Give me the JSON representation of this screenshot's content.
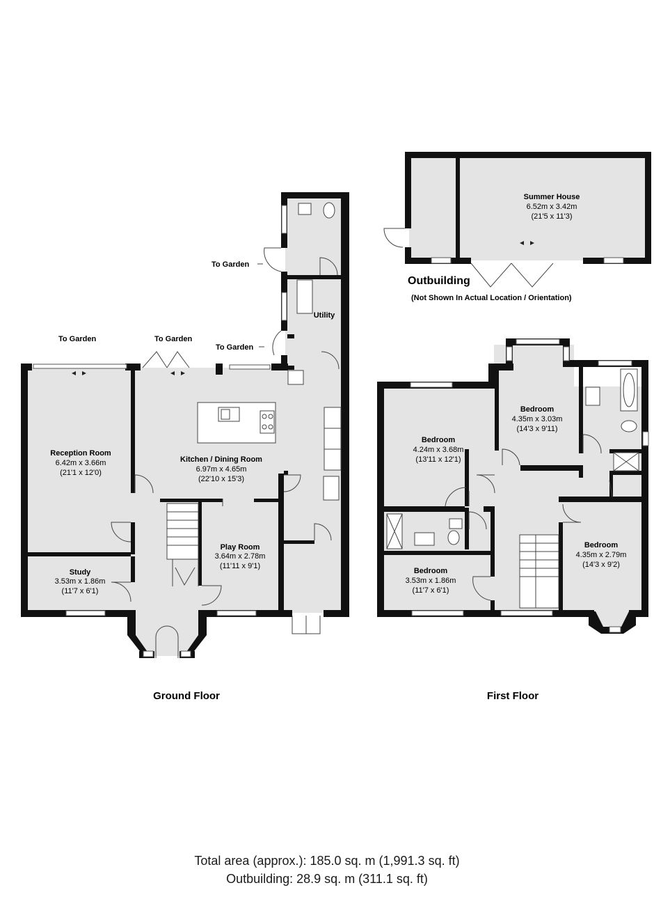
{
  "outbuilding": {
    "title": "Outbuilding",
    "note": "(Not Shown In Actual Location / Orientation)",
    "summer_house": {
      "name": "Summer House",
      "metric": "6.52m x 3.42m",
      "imperial": "(21'5 x 11'3)"
    }
  },
  "ground_floor": {
    "label": "Ground Floor",
    "to_garden": [
      "To Garden",
      "To Garden",
      "To Garden",
      "To Garden"
    ],
    "utility": "Utility",
    "reception": {
      "name": "Reception Room",
      "metric": "6.42m x 3.66m",
      "imperial": "(21'1 x 12'0)"
    },
    "kitchen": {
      "name": "Kitchen / Dining Room",
      "metric": "6.97m x 4.65m",
      "imperial": "(22'10 x 15'3)"
    },
    "study": {
      "name": "Study",
      "metric": "3.53m x 1.86m",
      "imperial": "(11'7 x 6'1)"
    },
    "play_room": {
      "name": "Play Room",
      "metric": "3.64m x 2.78m",
      "imperial": "(11'11 x 9'1)"
    }
  },
  "first_floor": {
    "label": "First Floor",
    "bedroom_1": {
      "name": "Bedroom",
      "metric": "4.35m x 3.03m",
      "imperial": "(14'3 x 9'11)"
    },
    "bedroom_2": {
      "name": "Bedroom",
      "metric": "4.24m x 3.68m",
      "imperial": "(13'11 x 12'1)"
    },
    "bedroom_3": {
      "name": "Bedroom",
      "metric": "4.35m x 2.79m",
      "imperial": "(14'3 x 9'2)"
    },
    "bedroom_4": {
      "name": "Bedroom",
      "metric": "3.53m x 1.86m",
      "imperial": "(11'7 x 6'1)"
    }
  },
  "totals": {
    "total_area": "Total area (approx.): 185.0 sq. m (1,991.3 sq. ft)",
    "outbuilding_area": "Outbuilding: 28.9 sq. m (311.1 sq. ft)"
  }
}
